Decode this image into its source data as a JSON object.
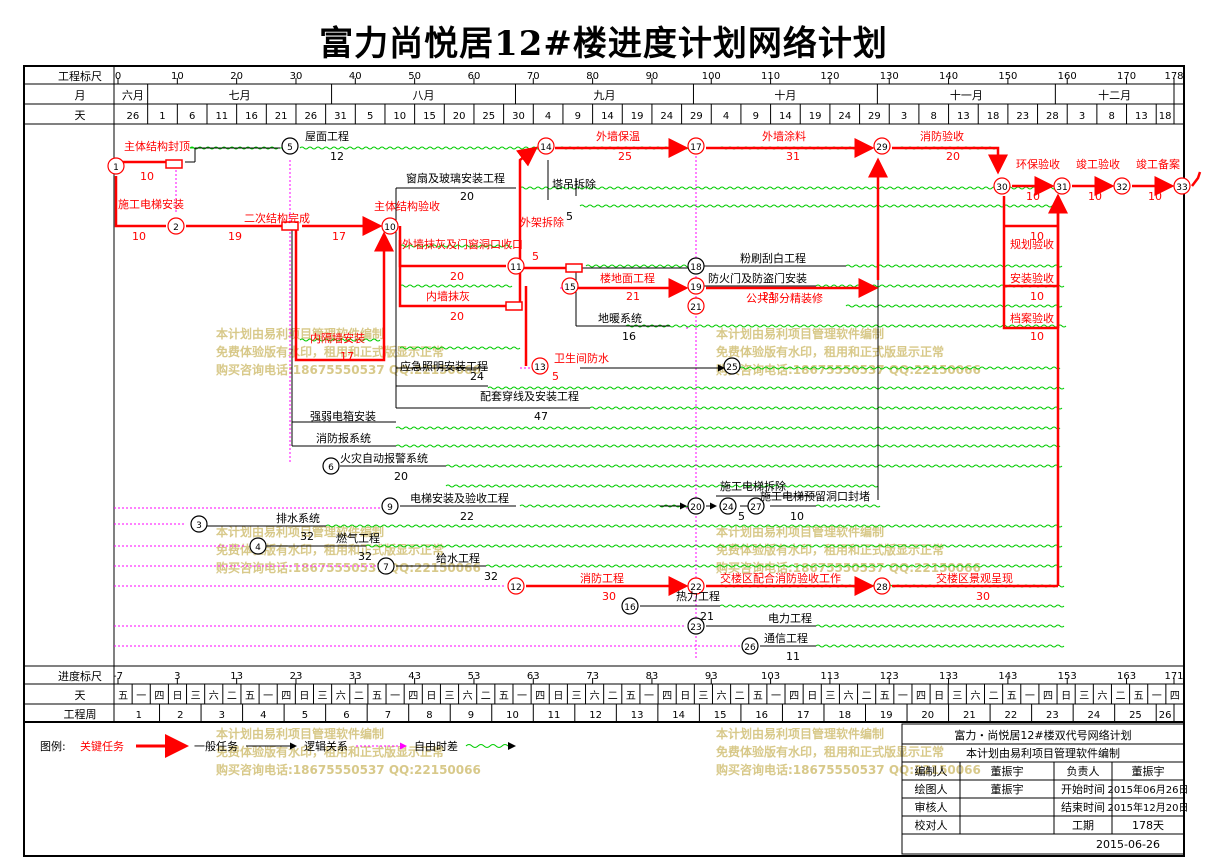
{
  "title": "富力尚悦居12#楼进度计划网络计划",
  "colors": {
    "critical": "#ff0000",
    "normal": "#000000",
    "logic": "#ff00ff",
    "float": "#00cc00",
    "watermark": "#d8c98a"
  },
  "rows": {
    "scale": "工程标尺",
    "month": "月",
    "day": "天",
    "progress": "进度标尺",
    "weekday": "天",
    "week": "工程周"
  },
  "scale_ticks": [
    "0",
    "10",
    "20",
    "30",
    "40",
    "50",
    "60",
    "70",
    "80",
    "90",
    "100",
    "110",
    "120",
    "130",
    "140",
    "150",
    "160",
    "170",
    "178"
  ],
  "months": [
    "六月",
    "七月",
    "八月",
    "九月",
    "十月",
    "十一月",
    "十二月"
  ],
  "days": [
    "26",
    "1",
    "6",
    "11",
    "16",
    "21",
    "26",
    "31",
    "5",
    "10",
    "15",
    "20",
    "25",
    "30",
    "4",
    "9",
    "14",
    "19",
    "24",
    "29",
    "4",
    "9",
    "14",
    "19",
    "24",
    "29",
    "3",
    "8",
    "13",
    "18",
    "23",
    "28",
    "3",
    "8",
    "13",
    "18"
  ],
  "progress_ticks": [
    "-7",
    "3",
    "13",
    "23",
    "33",
    "43",
    "53",
    "63",
    "73",
    "83",
    "93",
    "103",
    "113",
    "123",
    "133",
    "143",
    "153",
    "163",
    "171"
  ],
  "weekdays": [
    "五",
    "一",
    "四",
    "日",
    "三",
    "六",
    "二",
    "五",
    "一",
    "四",
    "日",
    "三",
    "六",
    "二",
    "五",
    "一",
    "四",
    "日",
    "三",
    "六",
    "二",
    "五",
    "一",
    "四",
    "日",
    "三",
    "六",
    "二",
    "五",
    "一",
    "四",
    "日",
    "三",
    "六",
    "二",
    "五",
    "一",
    "四",
    "日",
    "三",
    "六",
    "二",
    "五",
    "一",
    "四",
    "日",
    "三",
    "六",
    "二",
    "五",
    "一",
    "四",
    "日",
    "三",
    "六",
    "二",
    "五",
    "一",
    "四"
  ],
  "weeks": [
    "1",
    "2",
    "3",
    "4",
    "5",
    "6",
    "7",
    "8",
    "9",
    "10",
    "11",
    "12",
    "13",
    "14",
    "15",
    "16",
    "17",
    "18",
    "19",
    "20",
    "21",
    "22",
    "23",
    "24",
    "25",
    "26"
  ],
  "tasks": [
    {
      "name": "主体结构封顶",
      "dur": "10"
    },
    {
      "name": "施工电梯安装",
      "dur": "10"
    },
    {
      "name": "二次结构完成",
      "dur": "19"
    },
    {
      "name": "屋面工程",
      "dur": "12"
    },
    {
      "name": "主体结构验收",
      "dur": "17"
    },
    {
      "name": "窗扇及玻璃安装工程",
      "dur": "20"
    },
    {
      "name": "外墙抹灰及门窗洞口收口",
      "dur": "20"
    },
    {
      "name": "内墙抹灰",
      "dur": "20"
    },
    {
      "name": "外架拆除",
      "dur": "5"
    },
    {
      "name": "外墙保温",
      "dur": "25"
    },
    {
      "name": "外墙涂料",
      "dur": "31"
    },
    {
      "name": "消防验收",
      "dur": "20"
    },
    {
      "name": "环保验收",
      "dur": "10"
    },
    {
      "name": "竣工验收",
      "dur": "10"
    },
    {
      "name": "竣工备案",
      "dur": "10"
    },
    {
      "name": "塔吊拆除",
      "dur": "5"
    },
    {
      "name": "粉刷刮白工程",
      "dur": ""
    },
    {
      "name": "楼地面工程",
      "dur": "21"
    },
    {
      "name": "防火门及防盗门安装",
      "dur": ""
    },
    {
      "name": "公共部分精装修",
      "dur": "21"
    },
    {
      "name": "地暖系统",
      "dur": "16"
    },
    {
      "name": "内隔墙安装",
      "dur": "17"
    },
    {
      "name": "卫生间防水",
      "dur": "5"
    },
    {
      "name": "应急照明安装工程",
      "dur": "24"
    },
    {
      "name": "配套穿线及安装工程",
      "dur": "47"
    },
    {
      "name": "强弱电箱安装",
      "dur": ""
    },
    {
      "name": "消防报系统",
      "dur": ""
    },
    {
      "name": "火灾自动报警系统",
      "dur": "20"
    },
    {
      "name": "规划验收",
      "dur": "10"
    },
    {
      "name": "安装验收",
      "dur": "10"
    },
    {
      "name": "档案验收",
      "dur": "10"
    },
    {
      "name": "电梯安装及验收工程",
      "dur": "22"
    },
    {
      "name": "施工电梯拆除",
      "dur": "5"
    },
    {
      "name": "施工电梯预留洞口封堵",
      "dur": "10"
    },
    {
      "name": "排水系统",
      "dur": "32"
    },
    {
      "name": "燃气工程",
      "dur": "32"
    },
    {
      "name": "给水工程",
      "dur": "32"
    },
    {
      "name": "消防工程",
      "dur": "30"
    },
    {
      "name": "交楼区配合消防验收工作",
      "dur": ""
    },
    {
      "name": "交楼区景观呈现",
      "dur": "30"
    },
    {
      "name": "热力工程",
      "dur": "21"
    },
    {
      "name": "电力工程",
      "dur": ""
    },
    {
      "name": "通信工程",
      "dur": "11"
    }
  ],
  "legend": {
    "label": "图例:",
    "critical": "关键任务",
    "normal": "一般任务",
    "logic": "逻辑关系",
    "float": "自由时差"
  },
  "watermark": [
    "本计划由易利项目管理软件编制",
    "免费体验版有水印，租用和正式版显示正常",
    "购买咨询电话:18675550537 QQ:22150066"
  ],
  "title_block": {
    "project": "富力・尚悦居12#楼双代号网络计划",
    "software": "本计划由易利项目管理软件编制",
    "made_by_label": "编制人",
    "made_by": "董振宇",
    "drawn_by_label": "绘图人",
    "drawn_by": "董振宇",
    "reviewed_label": "审核人",
    "checked_label": "校对人",
    "owner_label": "负责人",
    "owner": "董振宇",
    "start_label": "开始时间",
    "start": "2015年06月26日",
    "end_label": "结束时间",
    "end": "2015年12月20日",
    "duration_label": "工期",
    "duration": "178天",
    "date": "2015-06-26"
  }
}
